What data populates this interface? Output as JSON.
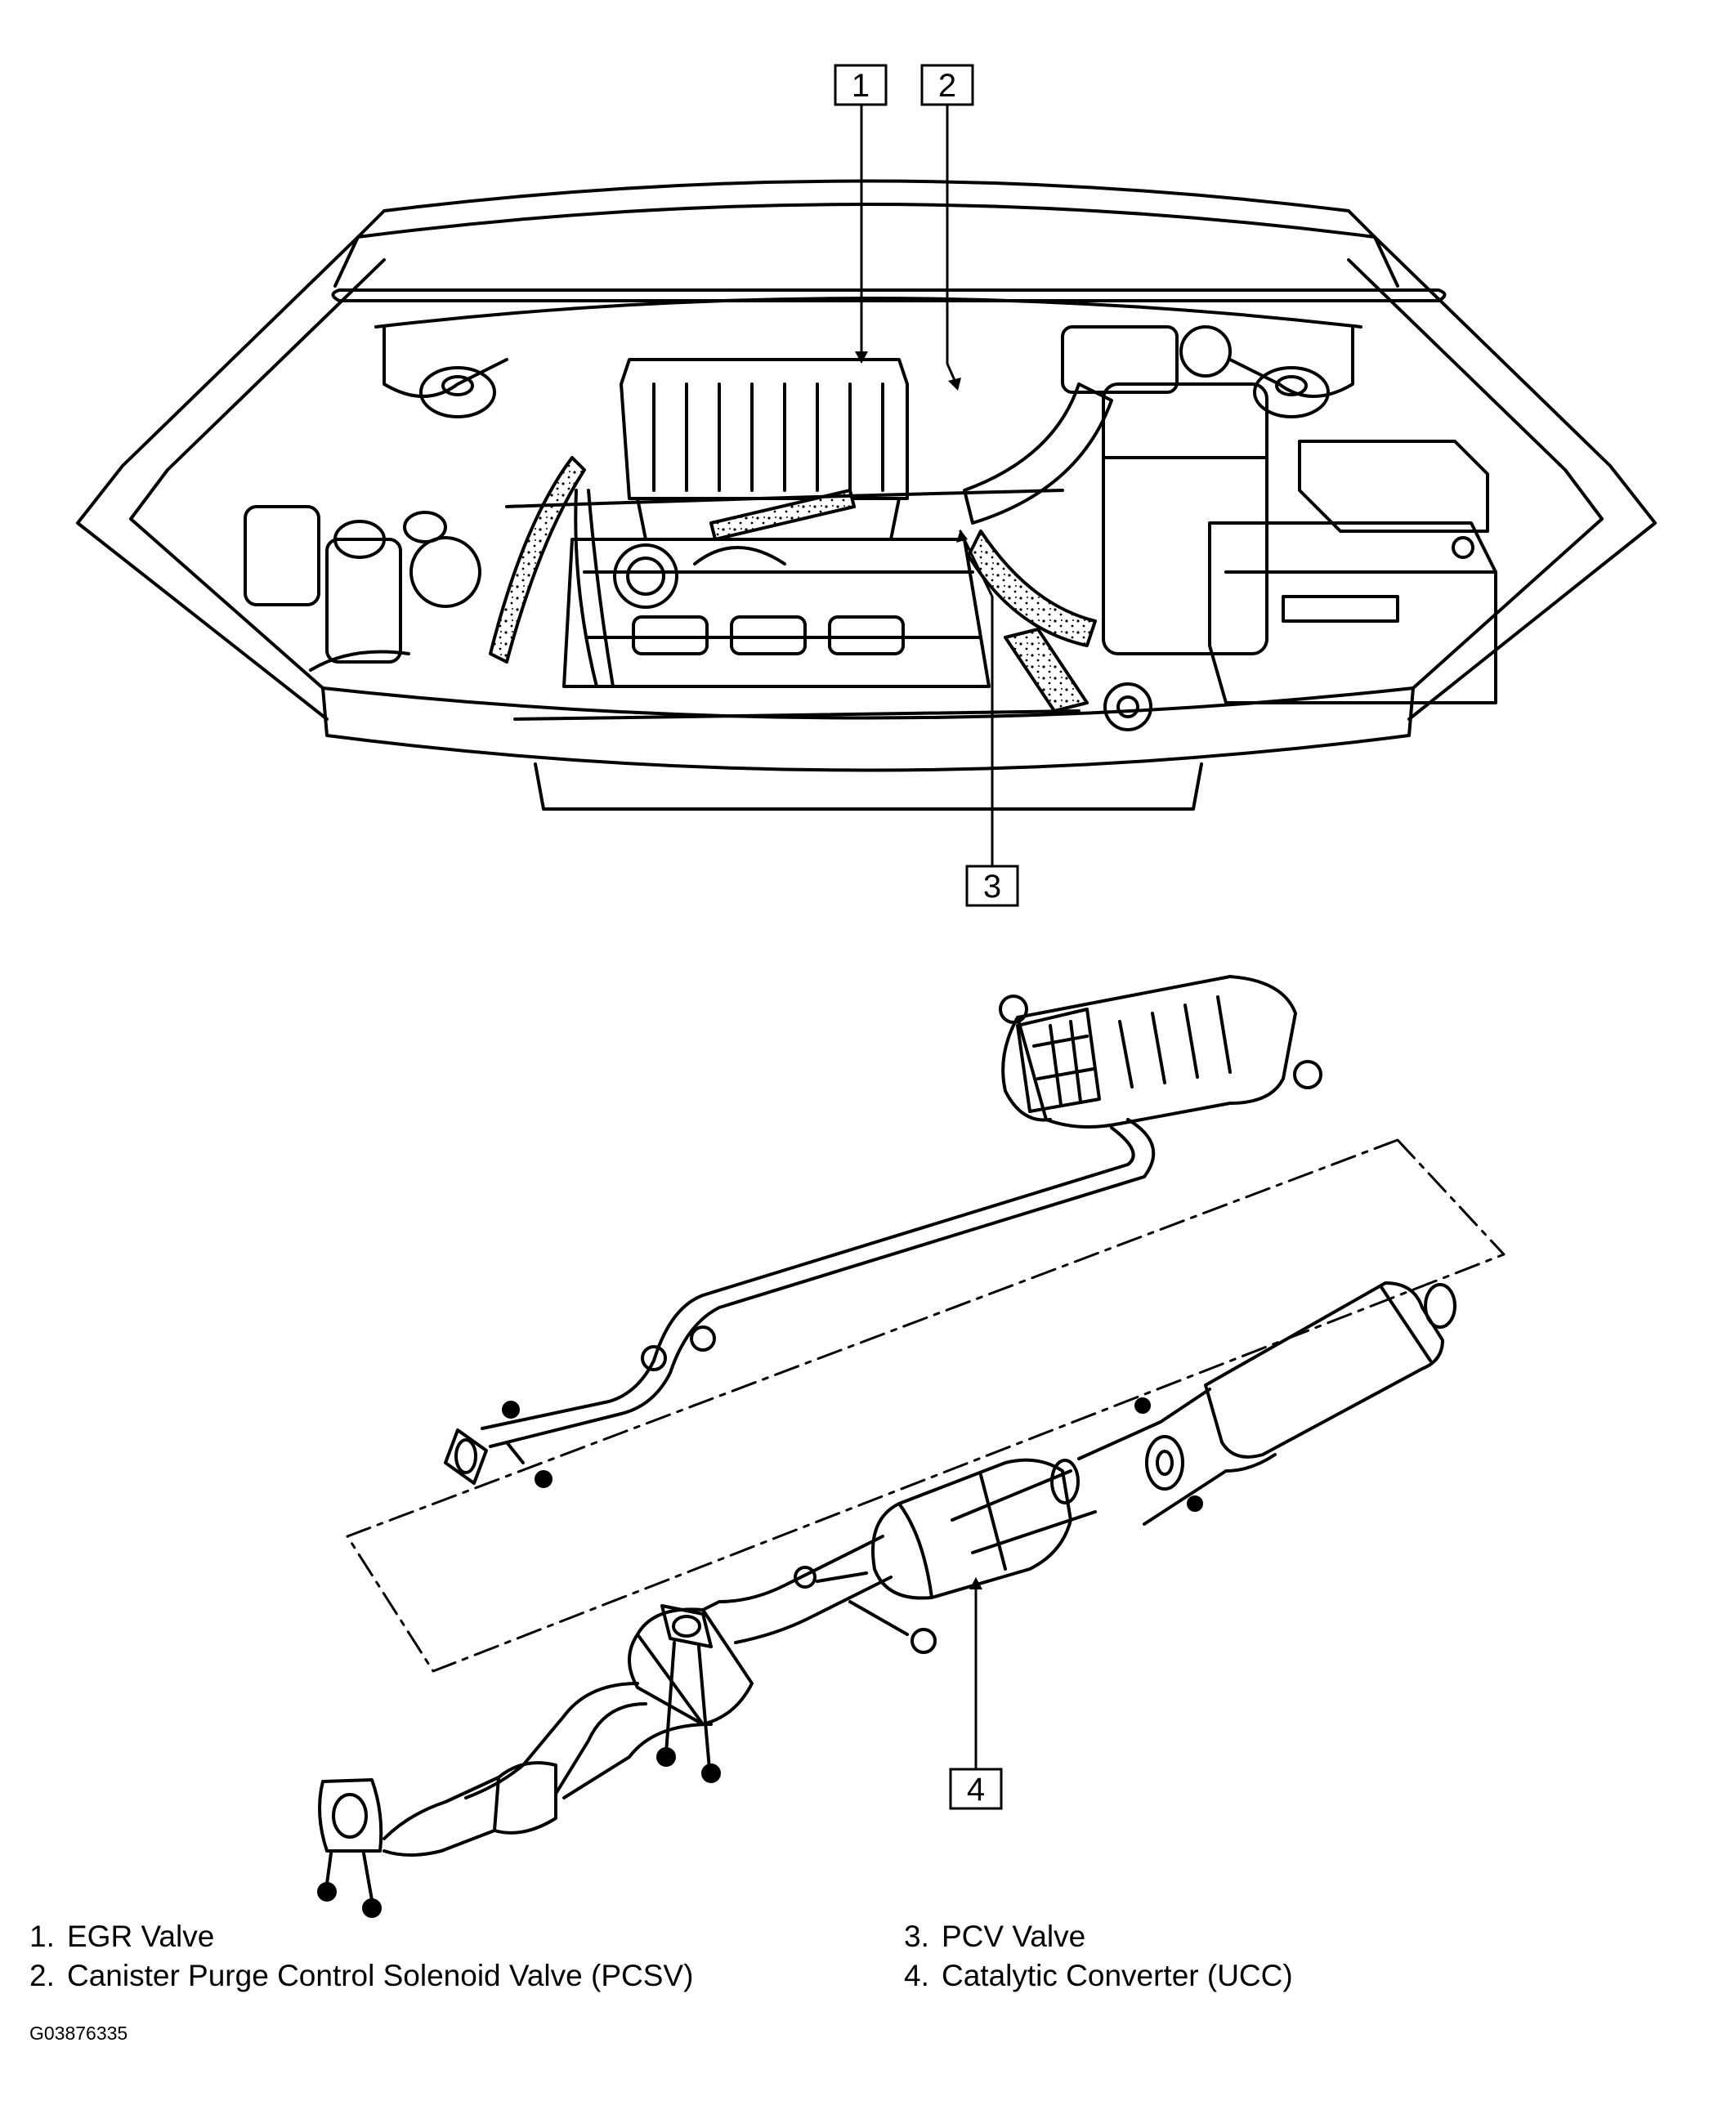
{
  "callouts": [
    "1",
    "2",
    "3",
    "4"
  ],
  "legend": [
    {
      "num": "1.",
      "label": "EGR Valve"
    },
    {
      "num": "2.",
      "label": "Canister Purge Control Solenoid Valve (PCSV)"
    },
    {
      "num": "3.",
      "label": "PCV Valve"
    },
    {
      "num": "4.",
      "label": "Catalytic Converter (UCC)"
    }
  ],
  "figure_id": "G03876335"
}
